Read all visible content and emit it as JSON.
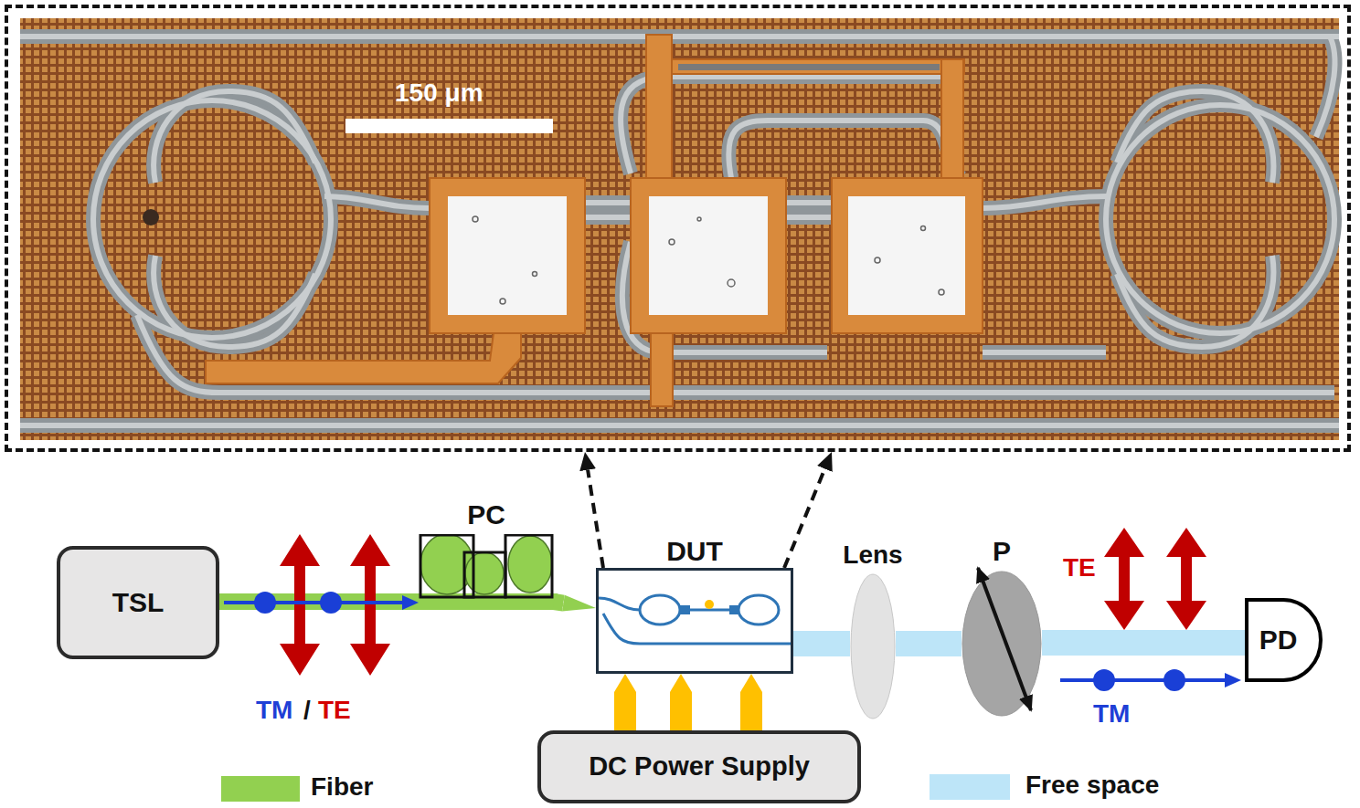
{
  "diagram": {
    "nodes": [
      {
        "text": [
          "150 μm"
        ]
      },
      {
        "text": [
          "TSL"
        ]
      },
      {
        "text": [
          "PC"
        ]
      },
      {
        "text": [
          "DUT"
        ]
      },
      {
        "text": [
          "Lens"
        ]
      },
      {
        "text": [
          "P"
        ]
      },
      {
        "text": [
          "PD"
        ]
      },
      {
        "text": [
          "DC Power Supply"
        ]
      }
    ],
    "edges": [
      {
        "from": 1,
        "to": 2,
        "arrow": "none"
      },
      {
        "from": 2,
        "to": 3,
        "arrow": "to"
      },
      {
        "from": 3,
        "to": 0,
        "arrow": "to"
      },
      {
        "from": 3,
        "to": 0,
        "arrow": "to"
      },
      {
        "from": 3,
        "to": 4,
        "arrow": "none"
      },
      {
        "from": 4,
        "to": 5,
        "arrow": "none"
      },
      {
        "from": 5,
        "to": 6,
        "arrow": "none"
      },
      {
        "from": 7,
        "to": 3,
        "arrow": "to"
      },
      {
        "from": 7,
        "to": 3,
        "arrow": "to"
      },
      {
        "from": 7,
        "to": 3,
        "arrow": "to"
      }
    ],
    "labels": [
      "TM",
      "/",
      "TE",
      "TE",
      "TM"
    ],
    "legend": [
      {
        "text": "Fiber",
        "color": "#92d050"
      },
      {
        "text": "Free space",
        "color": "#bde5f8"
      }
    ]
  }
}
